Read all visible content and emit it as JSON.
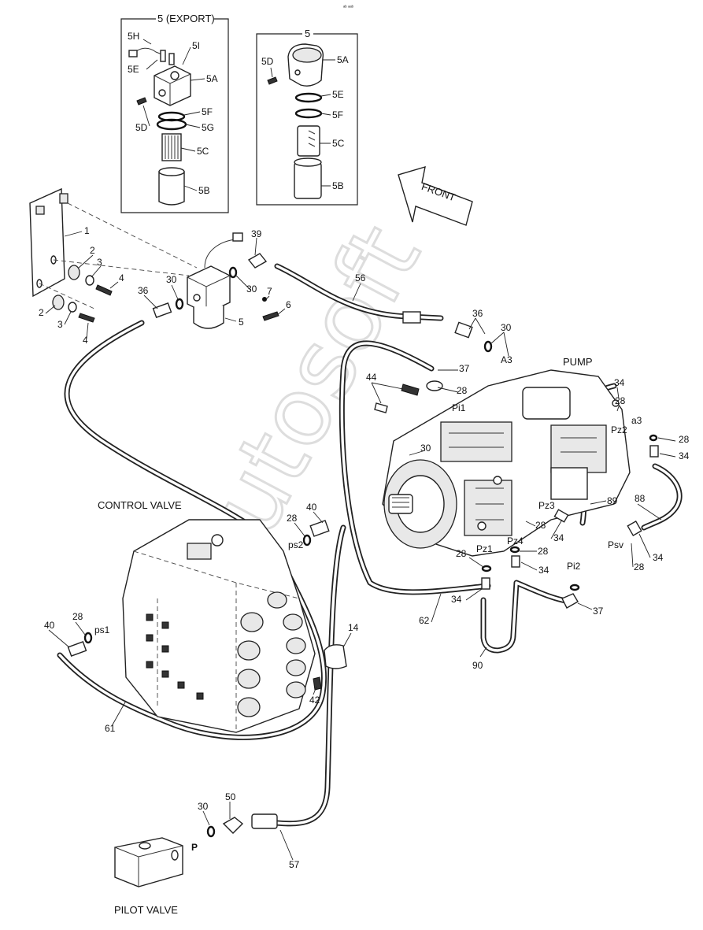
{
  "header_mark": "ᵃᵇ ᵃᵃᵇ",
  "watermark": "Autosoft",
  "inset_export": {
    "title": "5 (EXPORT)",
    "labels": [
      "5H",
      "5I",
      "5E",
      "5A",
      "5D",
      "5F",
      "5G",
      "5C",
      "5B"
    ]
  },
  "inset_standard": {
    "title": "5",
    "labels": [
      "5D",
      "5A",
      "5E",
      "5F",
      "5C",
      "5B"
    ]
  },
  "front_label": "FRONT",
  "section_titles": {
    "pump": "PUMP",
    "control_valve": "CONTROL VALVE",
    "pilot_valve": "PILOT VALVE"
  },
  "port_labels": [
    "A3",
    "Pi1",
    "Pz2",
    "a3",
    "Pz3",
    "Psv",
    "Pz1",
    "Pz4",
    "Pi2",
    "ps2",
    "ps1",
    "P"
  ],
  "callouts": [
    "1",
    "2",
    "3",
    "4",
    "2",
    "3",
    "4",
    "36",
    "30",
    "5",
    "39",
    "30",
    "7",
    "6",
    "56",
    "36",
    "30",
    "37",
    "44",
    "28",
    "34",
    "28",
    "28",
    "34",
    "30",
    "88",
    "89",
    "28",
    "34",
    "34",
    "28",
    "34",
    "28",
    "28",
    "34",
    "37",
    "40",
    "28",
    "62",
    "90",
    "14",
    "40",
    "28",
    "42",
    "61",
    "30",
    "50",
    "57"
  ]
}
